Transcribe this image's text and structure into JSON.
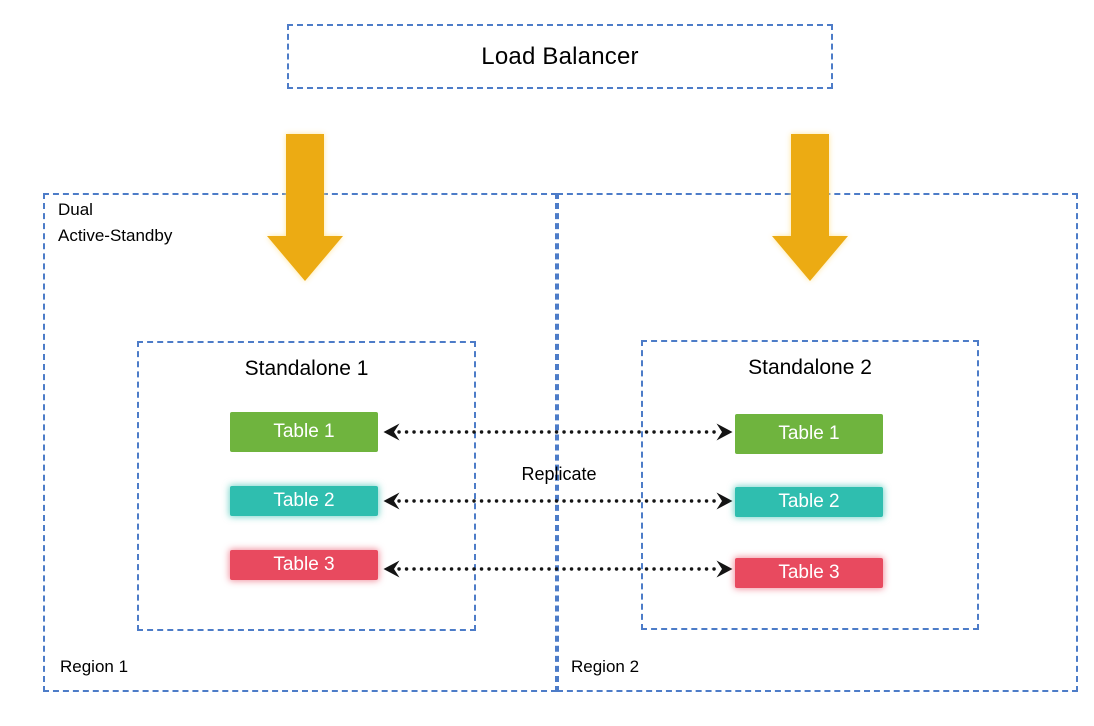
{
  "colors": {
    "border_blue": "#4D7CC8",
    "arrow_gold": "#ECAB13",
    "arrow_gold_glow": "#FFE496",
    "replicate_black": "#141414",
    "table_green": "#6FB43E",
    "table_teal": "#2FBEAF",
    "table_red": "#E84A5F",
    "chip_text": "#FFFFFF",
    "text_black": "#000000"
  },
  "load_balancer": {
    "label": "Load Balancer"
  },
  "flow_arrows": {
    "icon": "block-down-arrow-icon",
    "color": "#ECAB13"
  },
  "regions": [
    {
      "label": "Region 1",
      "annotation_line1": "Dual",
      "annotation_line2": "Active-Standby"
    },
    {
      "label": "Region 2"
    }
  ],
  "standalones": [
    {
      "title": "Standalone 1",
      "tables": [
        {
          "label": "Table 1",
          "color": "#6FB43E",
          "glow": "rgba(111,180,62,0.55)"
        },
        {
          "label": "Table 2",
          "color": "#2FBEAF",
          "glow": "rgba(47,190,175,0.65)"
        },
        {
          "label": "Table 3",
          "color": "#E84A5F",
          "glow": "rgba(232,74,95,0.6)"
        }
      ]
    },
    {
      "title": "Standalone 2",
      "tables": [
        {
          "label": "Table 1",
          "color": "#6FB43E",
          "glow": "rgba(111,180,62,0.55)"
        },
        {
          "label": "Table 2",
          "color": "#2FBEAF",
          "glow": "rgba(47,190,175,0.65)"
        },
        {
          "label": "Table 3",
          "color": "#E84A5F",
          "glow": "rgba(232,74,95,0.6)"
        }
      ]
    }
  ],
  "replication": {
    "label": "Replicate",
    "icon": "dotted-double-headed-arrow-icon"
  }
}
